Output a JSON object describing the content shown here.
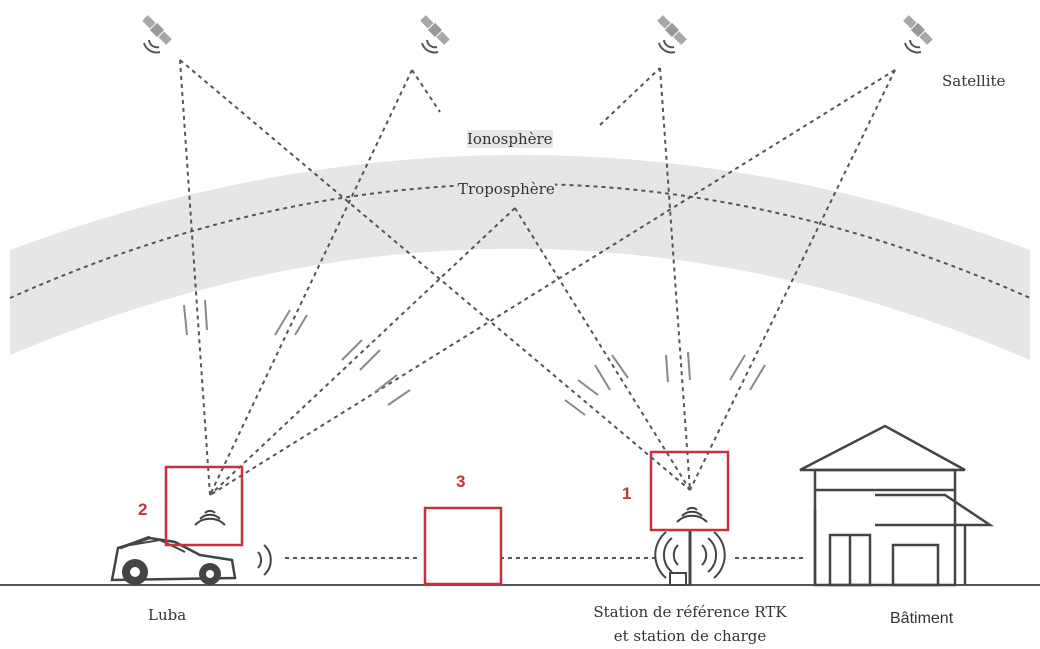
{
  "labels": {
    "satellite": "Satellite",
    "ionosphere": "Ionosphère",
    "troposphere": "Troposphère",
    "luba": "Luba",
    "station_line1": "Station de référence RTK",
    "station_line2": "et station de charge",
    "building": "Bâtiment"
  },
  "markers": {
    "luba_box": "2",
    "obstacle_box": "3",
    "station_box": "1"
  },
  "colors": {
    "accent_red": "#c8323c",
    "line_gray": "#555555",
    "atmosphere_band": "#e6e6e6",
    "arrow_gray": "#8a8a8a"
  },
  "icons": [
    "satellite-icon",
    "wifi-signal-icon",
    "robot-mower-icon",
    "rtk-antenna-icon",
    "house-icon"
  ]
}
